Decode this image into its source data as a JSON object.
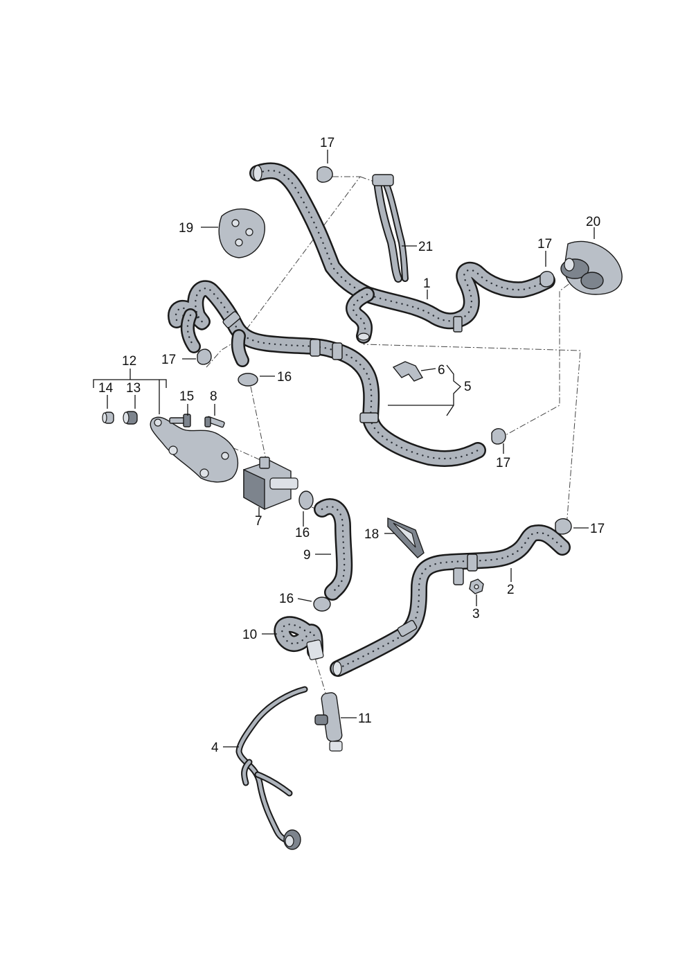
{
  "callouts": [
    {
      "id": "c1",
      "text": "1"
    },
    {
      "id": "c2",
      "text": "2"
    },
    {
      "id": "c3",
      "text": "3"
    },
    {
      "id": "c4",
      "text": "4"
    },
    {
      "id": "c5",
      "text": "5"
    },
    {
      "id": "c6",
      "text": "6"
    },
    {
      "id": "c7",
      "text": "7"
    },
    {
      "id": "c8",
      "text": "8"
    },
    {
      "id": "c9",
      "text": "9"
    },
    {
      "id": "c10",
      "text": "10"
    },
    {
      "id": "c11",
      "text": "11"
    },
    {
      "id": "c12",
      "text": "12"
    },
    {
      "id": "c13",
      "text": "13"
    },
    {
      "id": "c14",
      "text": "14"
    },
    {
      "id": "c15",
      "text": "15"
    },
    {
      "id": "c16a",
      "text": "16"
    },
    {
      "id": "c16b",
      "text": "16"
    },
    {
      "id": "c16c",
      "text": "16"
    },
    {
      "id": "c17a",
      "text": "17"
    },
    {
      "id": "c17b",
      "text": "17"
    },
    {
      "id": "c17c",
      "text": "17"
    },
    {
      "id": "c17d",
      "text": "17"
    },
    {
      "id": "c17e",
      "text": "17"
    },
    {
      "id": "c18",
      "text": "18"
    },
    {
      "id": "c19",
      "text": "19"
    },
    {
      "id": "c20",
      "text": "20"
    },
    {
      "id": "c21",
      "text": "21"
    }
  ]
}
